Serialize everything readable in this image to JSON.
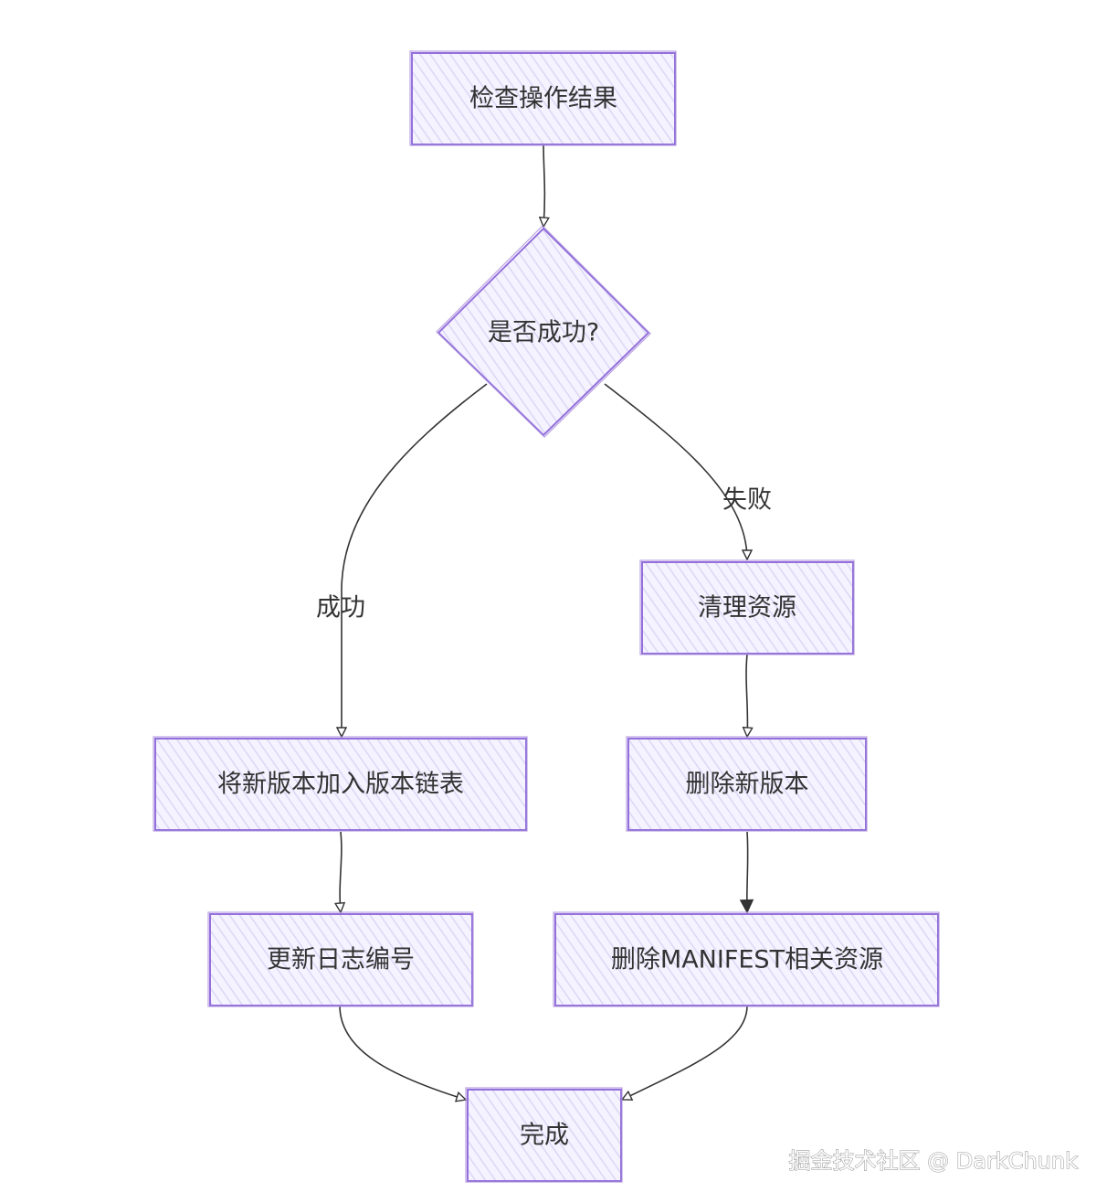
{
  "diagram": {
    "nodes": [
      {
        "id": "check",
        "label": "检查操作结果",
        "shape": "rect"
      },
      {
        "id": "decision",
        "label": "是否成功?",
        "shape": "diamond"
      },
      {
        "id": "cleanup",
        "label": "清理资源",
        "shape": "rect"
      },
      {
        "id": "add_version",
        "label": "将新版本加入版本链表",
        "shape": "rect"
      },
      {
        "id": "delete_version",
        "label": "删除新版本",
        "shape": "rect"
      },
      {
        "id": "update_log",
        "label": "更新日志编号",
        "shape": "rect"
      },
      {
        "id": "delete_manifest",
        "label": "删除MANIFEST相关资源",
        "shape": "rect"
      },
      {
        "id": "done",
        "label": "完成",
        "shape": "rect"
      }
    ],
    "edges": [
      {
        "from": "check",
        "to": "decision",
        "label": ""
      },
      {
        "from": "decision",
        "to": "add_version",
        "label": "成功"
      },
      {
        "from": "decision",
        "to": "cleanup",
        "label": "失败"
      },
      {
        "from": "add_version",
        "to": "update_log",
        "label": ""
      },
      {
        "from": "cleanup",
        "to": "delete_version",
        "label": ""
      },
      {
        "from": "delete_version",
        "to": "delete_manifest",
        "label": ""
      },
      {
        "from": "update_log",
        "to": "done",
        "label": ""
      },
      {
        "from": "delete_manifest",
        "to": "done",
        "label": ""
      }
    ],
    "colors": {
      "node_fill": "#ececff",
      "node_stroke": "#9370db",
      "edge": "#333333",
      "text": "#333333"
    }
  },
  "watermark": {
    "text": "掘金技术社区 @ DarkChunk"
  }
}
